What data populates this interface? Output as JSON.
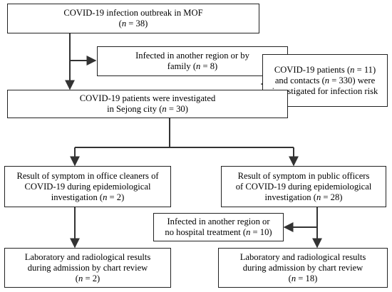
{
  "nodes": {
    "outbreak": {
      "line1": "COVID-19 infection outbreak in MOF",
      "line2_pre": "(",
      "n": "n",
      "line2_post": " = 38)"
    },
    "excluded_top": {
      "line1": "Infected in another region or by",
      "line2_pre": "family (",
      "n": "n",
      "line2_post": " = 8)"
    },
    "risk": {
      "line1_pre": "COVID-19 patients (",
      "line1_n": "n",
      "line1_post": " = 11)",
      "line2_pre": "and contacts (",
      "line2_n": "n",
      "line2_post": " = 330) were",
      "line3": "investigated for infection risk"
    },
    "sejong": {
      "line1": "COVID-19 patients were investigated",
      "line2_pre": "in Sejong city (",
      "n": "n",
      "line2_post": " = 30)"
    },
    "cleaners_symptom": {
      "line1": "Result of symptom in office cleaners of",
      "line2": "COVID-19 during epidemiological",
      "line3_pre": "investigation (",
      "n": "n",
      "line3_post": " = 2)"
    },
    "officers_symptom": {
      "line1": "Result of symptom in public officers",
      "line2": "of COVID-19 during epidemiological",
      "line3_pre": "investigation (",
      "n": "n",
      "line3_post": " = 28)"
    },
    "excluded_bottom": {
      "line1": "Infected in another region or",
      "line2_pre": "no hospital treatment (",
      "n": "n",
      "line2_post": " = 10)"
    },
    "cleaners_lab": {
      "line1": "Laboratory and radiological results",
      "line2": "during admission by chart review",
      "line3_pre": "(",
      "n": "n",
      "line3_post": " = 2)"
    },
    "officers_lab": {
      "line1": "Laboratory and radiological results",
      "line2": "during admission by chart review",
      "line3_pre": "(",
      "n": "n",
      "line3_post": " = 18)"
    }
  },
  "colors": {
    "border": "#222222",
    "line": "#333333",
    "background": "#ffffff"
  }
}
